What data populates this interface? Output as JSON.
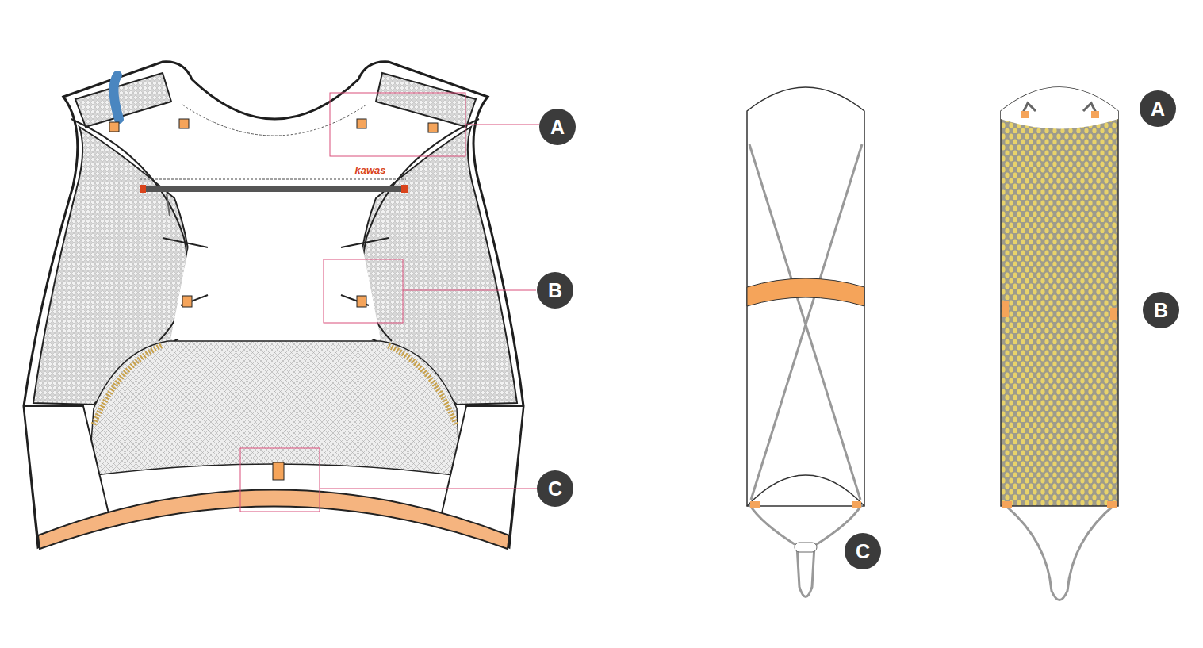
{
  "diagram": {
    "labels": [
      "kawas",
      "A",
      "B",
      "C",
      "A",
      "B",
      "C"
    ]
  }
}
